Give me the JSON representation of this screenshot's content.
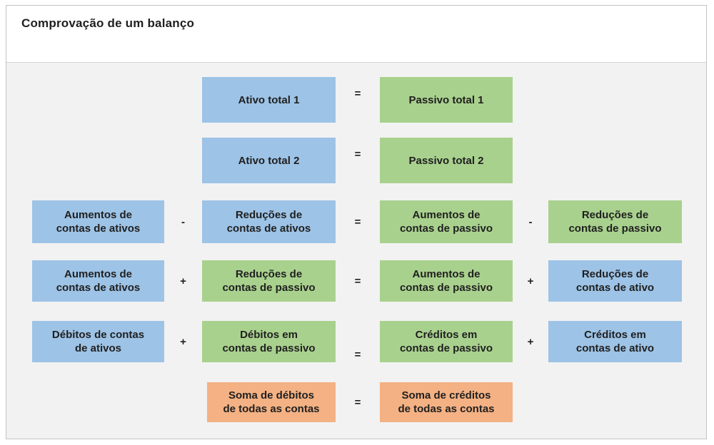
{
  "title": "Comprovação de um balanço",
  "colors": {
    "asset": "#9DC3E6",
    "liability": "#A9D18E",
    "total": "#F4B183",
    "body-bg": "#F2F2F2",
    "frame-border": "#C4C4C4",
    "divider": "#D4D4D4",
    "text": "#1F1F1F"
  },
  "diagram": {
    "rows": [
      {
        "boxes": [
          {
            "role": "asset",
            "lines": [
              "Ativo total 1"
            ]
          },
          {
            "role": "liability",
            "lines": [
              "Passivo total 1"
            ]
          }
        ],
        "ops": {
          "mid": "="
        }
      },
      {
        "boxes": [
          {
            "role": "asset",
            "lines": [
              "Ativo total 2"
            ]
          },
          {
            "role": "liability",
            "lines": [
              "Passivo total 2"
            ]
          }
        ],
        "ops": {
          "mid": "="
        }
      },
      {
        "boxes": [
          {
            "role": "asset",
            "lines": [
              "Aumentos de",
              "contas de ativos"
            ]
          },
          {
            "role": "asset",
            "lines": [
              "Reduções de",
              "contas de ativos"
            ]
          },
          {
            "role": "liability",
            "lines": [
              "Aumentos de",
              "contas de passivo"
            ]
          },
          {
            "role": "liability",
            "lines": [
              "Reduções de",
              "contas de passivo"
            ]
          }
        ],
        "ops": {
          "left": "-",
          "mid": "=",
          "right": "-"
        }
      },
      {
        "boxes": [
          {
            "role": "asset",
            "lines": [
              "Aumentos de",
              "contas de ativos"
            ]
          },
          {
            "role": "liability",
            "lines": [
              "Reduções de",
              "contas de passivo"
            ]
          },
          {
            "role": "liability",
            "lines": [
              "Aumentos de",
              "contas de passivo"
            ]
          },
          {
            "role": "asset",
            "lines": [
              "Reduções de",
              "contas de ativo"
            ]
          }
        ],
        "ops": {
          "left": "+",
          "mid": "=",
          "right": "+"
        }
      },
      {
        "boxes": [
          {
            "role": "asset",
            "lines": [
              "Débitos de contas",
              "de ativos"
            ]
          },
          {
            "role": "liability",
            "lines": [
              "Débitos em",
              "contas de passivo"
            ]
          },
          {
            "role": "liability",
            "lines": [
              "Créditos em",
              "contas de passivo"
            ]
          },
          {
            "role": "asset",
            "lines": [
              "Créditos em",
              "contas de ativo"
            ]
          }
        ],
        "ops": {
          "left": "+",
          "mid": "=",
          "right": "+"
        }
      },
      {
        "boxes": [
          {
            "role": "total",
            "lines": [
              "Soma de débitos",
              "de todas as contas"
            ]
          },
          {
            "role": "total",
            "lines": [
              "Soma de créditos",
              "de todas as contas"
            ]
          }
        ],
        "ops": {
          "mid": "="
        }
      }
    ]
  }
}
